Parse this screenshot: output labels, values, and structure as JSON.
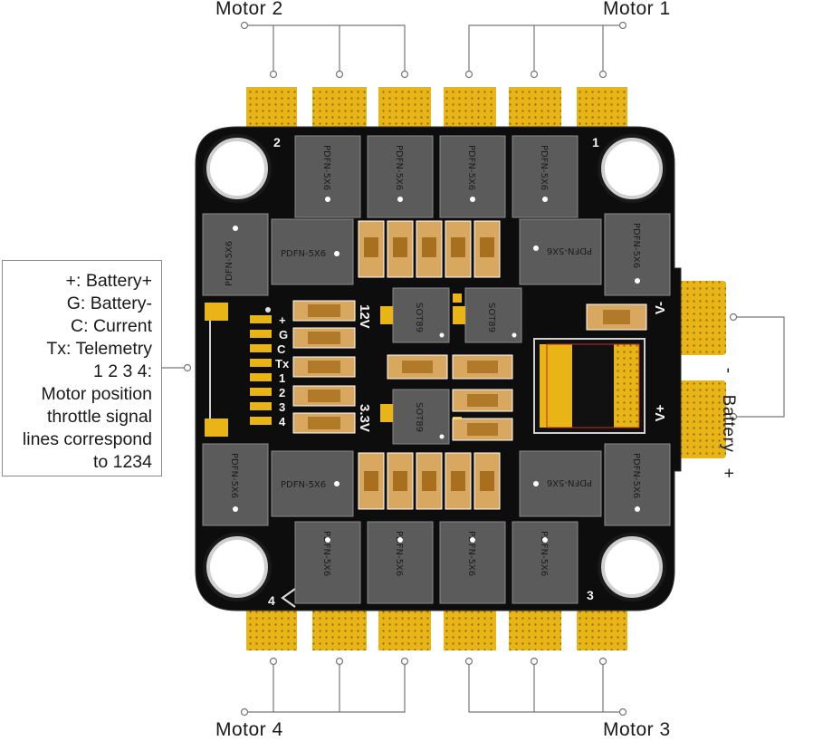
{
  "motors": {
    "motor_1": "Motor 1",
    "motor_2": "Motor 2",
    "motor_3": "Motor 3",
    "motor_4": "Motor 4"
  },
  "pin_legend": {
    "lines": [
      "+: Battery+",
      "G: Battery-",
      "C: Current",
      "Tx: Telemetry",
      "1 2 3 4:",
      "Motor position",
      "throttle signal",
      "lines correspond",
      "to 1234"
    ]
  },
  "battery": {
    "minus": "-",
    "label": "Battery",
    "plus": "+"
  },
  "board": {
    "corner_numbers": [
      "1",
      "2",
      "3",
      "4"
    ],
    "pad_labels": [
      "+",
      "G",
      "C",
      "Tx",
      "1",
      "2",
      "3",
      "4"
    ],
    "chip_label": "PDFN-5X6",
    "regulator_label": "SOT89",
    "voltage_12v": "12V",
    "voltage_3v3": "3.3V",
    "vminus": "V-",
    "vplus": "V+"
  },
  "colors": {
    "pcb": "#0d0d0d",
    "pad_gold": "#e8b416",
    "chip_gray": "#5b5b5b",
    "cap_tan": "#d9a860"
  }
}
